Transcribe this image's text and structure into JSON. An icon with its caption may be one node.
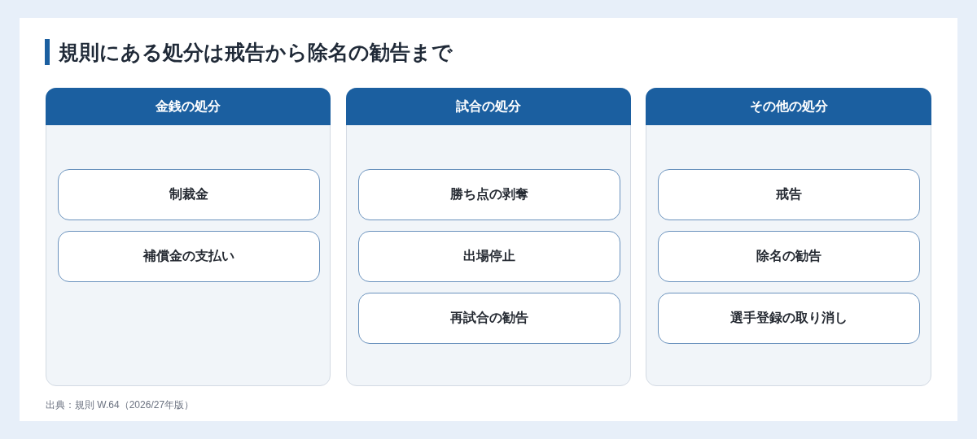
{
  "diagram": {
    "title": "規則にある処分は戒告から除名の勧告まで",
    "nodes": [
      {
        "text": [
          "金銭の処分"
        ]
      },
      {
        "text": [
          "制裁金"
        ],
        "in": 0
      },
      {
        "text": [
          "補償金の支払い"
        ],
        "in": 0
      },
      {
        "text": [
          "試合の処分"
        ]
      },
      {
        "text": [
          "勝ち点の剥奪"
        ],
        "in": 3
      },
      {
        "text": [
          "出場停止"
        ],
        "in": 3
      },
      {
        "text": [
          "再試合の勧告"
        ],
        "in": 3
      },
      {
        "text": [
          "その他の処分"
        ]
      },
      {
        "text": [
          "戒告"
        ],
        "in": 7
      },
      {
        "text": [
          "除名の勧告"
        ],
        "in": 7
      },
      {
        "text": [
          "選手登録の取り消し"
        ],
        "in": 7
      }
    ],
    "caption": "出典：規則 W.64（2026/27年版）"
  }
}
